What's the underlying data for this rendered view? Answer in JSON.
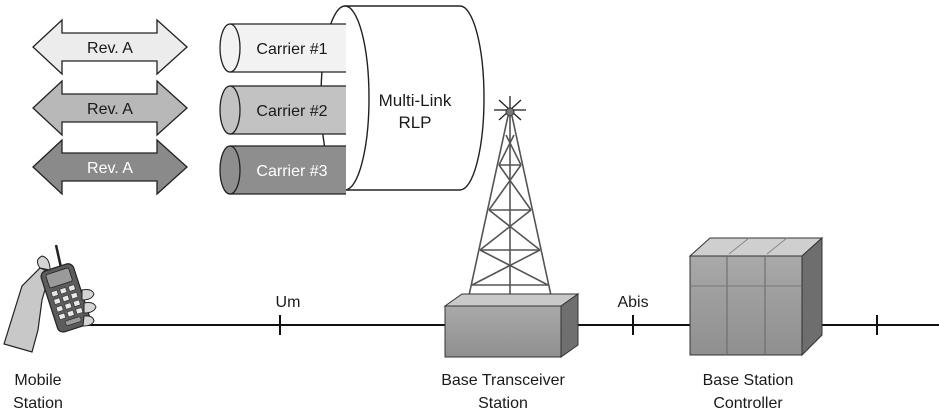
{
  "arrows": [
    {
      "label": "Rev. A",
      "fill": "#ececec",
      "text_color": "#1a1a1a"
    },
    {
      "label": "Rev. A",
      "fill": "#b8b8b8",
      "text_color": "#1a1a1a"
    },
    {
      "label": "Rev. A",
      "fill": "#8a8a8a",
      "text_color": "#ffffff"
    }
  ],
  "carriers": [
    {
      "label": "Carrier #1",
      "fill": "#f2f2f2",
      "text_color": "#1a1a1a"
    },
    {
      "label": "Carrier #2",
      "fill": "#c2c2c2",
      "text_color": "#1a1a1a"
    },
    {
      "label": "Carrier #3",
      "fill": "#8e8e8e",
      "text_color": "#ffffff"
    }
  ],
  "rlp": {
    "line1": "Multi-Link",
    "line2": "RLP"
  },
  "interfaces": {
    "um": "Um",
    "abis": "Abis"
  },
  "nodes": {
    "mobile": {
      "line1": "Mobile",
      "line2": "Station"
    },
    "bts": {
      "line1": "Base Transceiver",
      "line2": "Station"
    },
    "bsc": {
      "line1": "Base Station",
      "line2": "Controller"
    }
  }
}
